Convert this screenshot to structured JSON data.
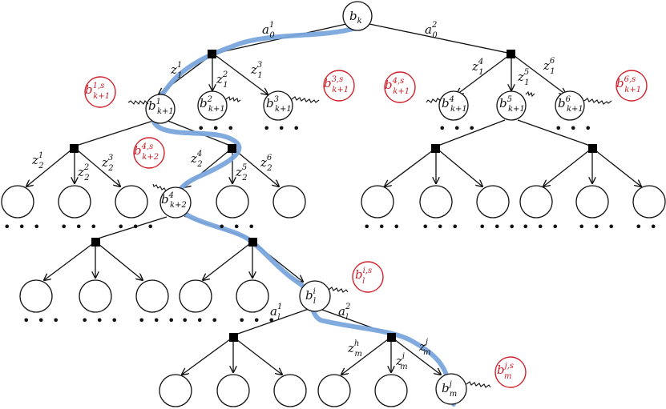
{
  "root": {
    "base": "b",
    "sub": "k"
  },
  "actions_top": [
    {
      "base": "a",
      "sup": "1",
      "sub": "0"
    },
    {
      "base": "a",
      "sup": "2",
      "sub": "0"
    }
  ],
  "obs_level1": [
    {
      "base": "z",
      "sup": "1",
      "sub": "1"
    },
    {
      "base": "z",
      "sup": "2",
      "sub": "1"
    },
    {
      "base": "z",
      "sup": "3",
      "sub": "1"
    },
    {
      "base": "z",
      "sup": "4",
      "sub": "1"
    },
    {
      "base": "z",
      "sup": "5",
      "sub": "1"
    },
    {
      "base": "z",
      "sup": "6",
      "sub": "1"
    }
  ],
  "beliefs_level1": [
    {
      "base": "b",
      "sup": "1",
      "sub": "k+1"
    },
    {
      "base": "b",
      "sup": "2",
      "sub": "k+1"
    },
    {
      "base": "b",
      "sup": "3",
      "sub": "k+1"
    },
    {
      "base": "b",
      "sup": "4",
      "sub": "k+1"
    },
    {
      "base": "b",
      "sup": "5",
      "sub": "k+1"
    },
    {
      "base": "b",
      "sup": "6",
      "sub": "k+1"
    }
  ],
  "sampled_level1": [
    {
      "base": "b",
      "sup": "1,s",
      "sub": "k+1"
    },
    {
      "base": "b",
      "sup": "3,s",
      "sub": "k+1"
    },
    {
      "base": "b",
      "sup": "4,s",
      "sub": "k+1"
    },
    {
      "base": "b",
      "sup": "6,s",
      "sub": "k+1"
    }
  ],
  "obs_level2": [
    {
      "base": "z",
      "sup": "1",
      "sub": "2"
    },
    {
      "base": "z",
      "sup": "2",
      "sub": "2"
    },
    {
      "base": "z",
      "sup": "3",
      "sub": "2"
    },
    {
      "base": "z",
      "sup": "4",
      "sub": "2"
    },
    {
      "base": "z",
      "sup": "5",
      "sub": "2"
    },
    {
      "base": "z",
      "sup": "6",
      "sub": "2"
    }
  ],
  "belief_level2": {
    "base": "b",
    "sup": "4",
    "sub": "k+2"
  },
  "sampled_level2": {
    "base": "b",
    "sup": "4,s",
    "sub": "k+2"
  },
  "belief_l": {
    "base": "b",
    "sup": "i",
    "sub": "l"
  },
  "sampled_l": {
    "base": "b",
    "sup": "i,s",
    "sub": "l"
  },
  "actions_l": [
    {
      "base": "a",
      "sup": "1",
      "sub": "l"
    },
    {
      "base": "a",
      "sup": "2",
      "sub": "l"
    }
  ],
  "obs_m": [
    {
      "base": "z",
      "sup": "h",
      "sub": "m"
    },
    {
      "base": "z",
      "sup": "i",
      "sub": "m"
    },
    {
      "base": "z",
      "sup": "j",
      "sub": "m"
    }
  ],
  "belief_m": {
    "base": "b",
    "sup": "j",
    "sub": "m"
  },
  "sampled_m": {
    "base": "b",
    "sup": "j,s",
    "sub": "m"
  },
  "ellipsis": "• • •",
  "colors": {
    "highlight_path": "#7aa7dd",
    "sampled": "#d0202a",
    "line": "#111111"
  }
}
